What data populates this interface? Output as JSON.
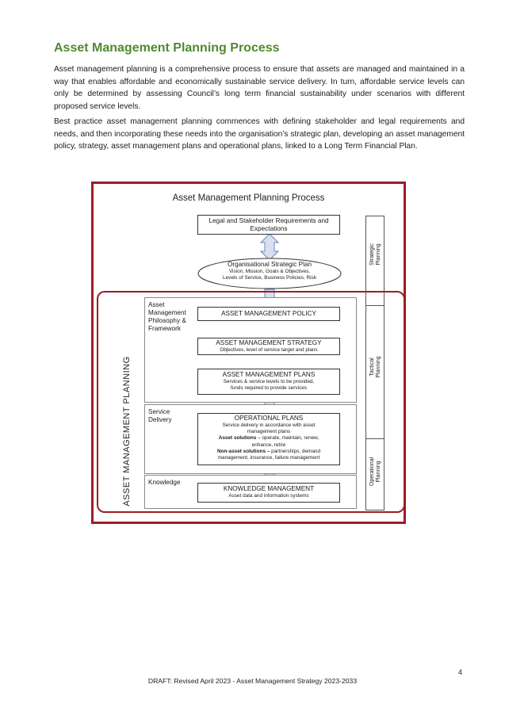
{
  "heading": "Asset Management Planning Process",
  "paragraphs": [
    "Asset management planning is a comprehensive process to ensure that assets are managed and maintained in a way that enables affordable and economically sustainable service delivery. In turn, affordable service levels can only be determined by assessing Council’s long term financial sustainability under scenarios with different proposed service levels.",
    "Best practice asset management planning commences with defining stakeholder and legal requirements and needs, and then incorporating these needs into the organisation’s strategic plan, developing an asset management policy, strategy, asset management plans and operational plans, linked to a Long Term Financial Plan."
  ],
  "diagram": {
    "title": "Asset Management Planning Process",
    "legal": "Legal and Stakeholder Requirements and Expectations",
    "strategic_plan": {
      "title": "Organisational Strategic Plan",
      "line1": "Vision, Mission, Goals & Objectives,",
      "line2": "Levels of Service, Business Policies, Risk"
    },
    "amp_label": "ASSET MANAGEMENT PLANNING",
    "sections": {
      "philosophy": "Asset Management Philosophy & Framework",
      "service": "Service Delivery",
      "knowledge": "Knowledge"
    },
    "policy": "ASSET MANAGEMENT POLICY",
    "strategy": {
      "title": "ASSET MANAGEMENT STRATEGY",
      "desc": "Objectives, level of service target and plans"
    },
    "plans": {
      "title": "ASSET MANAGEMENT PLANS",
      "desc1": "Services & service levels to be provided,",
      "desc2": "funds required to provide services"
    },
    "operational": {
      "title": "OPERATIONAL PLANS",
      "desc1": "Service delivery in accordance with asset",
      "desc2": "management plans",
      "asset_bold": "Asset solutions",
      "asset_rest": " – operate, maintain, renew, enhance, retire",
      "nonasset_bold": "Non-asset solutions –",
      "nonasset_rest": " partnerships, demand management, insurance, failure management"
    },
    "knowledge_mgmt": {
      "title": "KNOWLEDGE MANAGEMENT",
      "desc": "Asset data and information systems"
    },
    "planning_levels": {
      "strategic": "Strategic Planning",
      "tactical": "Tactical Planning",
      "operational": "Operational Planning"
    }
  },
  "footer": "DRAFT: Revised April 2023 - Asset Management Strategy 2023-2033",
  "page_number": "4"
}
